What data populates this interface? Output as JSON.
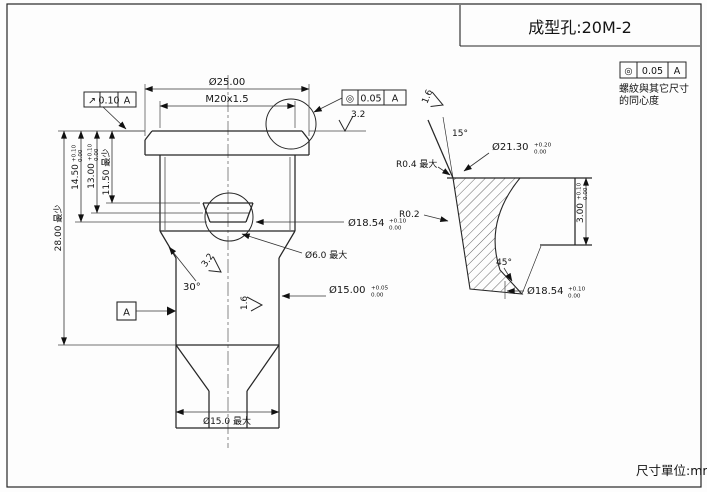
{
  "title": "成型孔:20M-2",
  "unit_label": "尺寸單位:mm",
  "side_note": {
    "symbol": "◎",
    "tol": "0.05",
    "datum": "A",
    "desc1": "螺紋與其它尺寸",
    "desc2": "的同心度"
  },
  "fcf_runout": {
    "symbol": "↗",
    "tol": "0.10",
    "datum": "A"
  },
  "fcf_conc": {
    "symbol": "◎",
    "tol": "0.05",
    "datum": "A"
  },
  "datum": "A",
  "front": {
    "dia_flange": "Ø25.00",
    "thread": "M20x1.5",
    "ra_top": "3.2",
    "h1450": {
      "v": "14.50",
      "tu": "+0.10",
      "tl": "0.00"
    },
    "h1300": {
      "v": "13.00",
      "tu": "+0.10",
      "tl": "0.00"
    },
    "h1150": "11.50 最少",
    "h2800": "28.00 最少",
    "d1854": {
      "v": "Ø18.54",
      "tu": "+0.10",
      "tl": "0.00"
    },
    "d600": "Ø6.0 最大",
    "d1500": {
      "v": "Ø15.00",
      "tu": "+0.05",
      "tl": "0.00"
    },
    "ang30": "30°",
    "ra_mid": "3.2",
    "ra_neck": "1.6",
    "d150b": "Ø15.0 最大"
  },
  "detail": {
    "ra": "1.6",
    "ang15": "15°",
    "d2130": {
      "v": "Ø21.30",
      "tu": "+0.20",
      "tl": "0.00"
    },
    "r04": "R0.4 最大",
    "r02": "R0.2",
    "ang45": "45°",
    "d1854": {
      "v": "Ø18.54",
      "tu": "+0.10",
      "tl": "0.00"
    },
    "h300": {
      "v": "3.00",
      "tu": "+0.10",
      "tl": "0.00"
    }
  }
}
